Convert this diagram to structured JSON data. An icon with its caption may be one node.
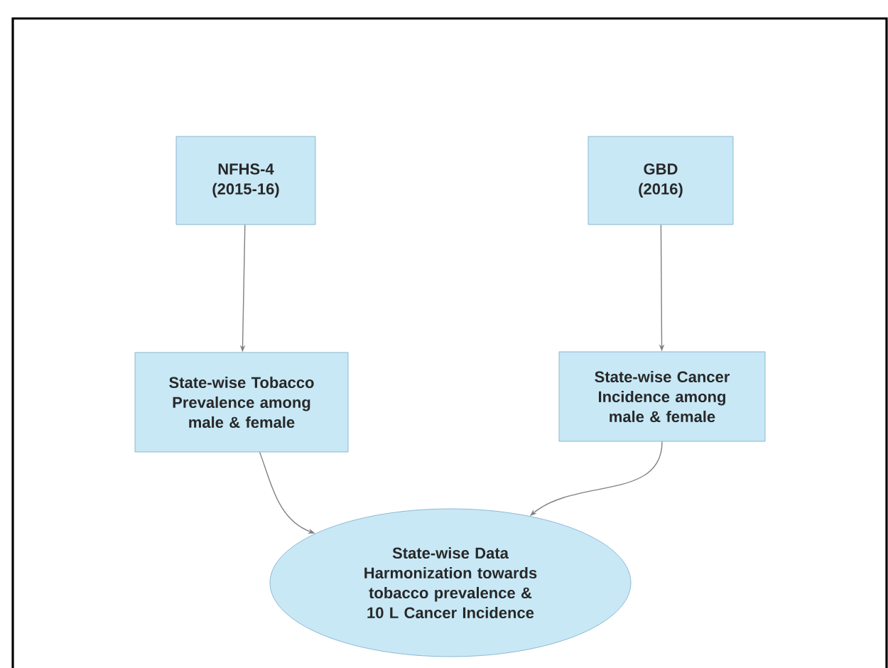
{
  "diagram": {
    "nodes": [
      {
        "text": [
          "NFHS-4 (2015-16)"
        ]
      },
      {
        "text": [
          "GBD (2016)"
        ]
      },
      {
        "text": [
          "State-wise Tobacco Prevalence among male & female"
        ]
      },
      {
        "text": [
          "State-wise Cancer Incidence among male & female"
        ]
      },
      {
        "text": [
          "State-wise Data Harmonization towards tobacco prevalence & 10 L Cancer Incidence"
        ]
      }
    ],
    "edges": [
      {
        "from": 0,
        "to": 2,
        "arrow": "to"
      },
      {
        "from": 1,
        "to": 3,
        "arrow": "to"
      },
      {
        "from": 2,
        "to": 4,
        "arrow": "to"
      },
      {
        "from": 3,
        "to": 4,
        "arrow": "to"
      }
    ]
  }
}
